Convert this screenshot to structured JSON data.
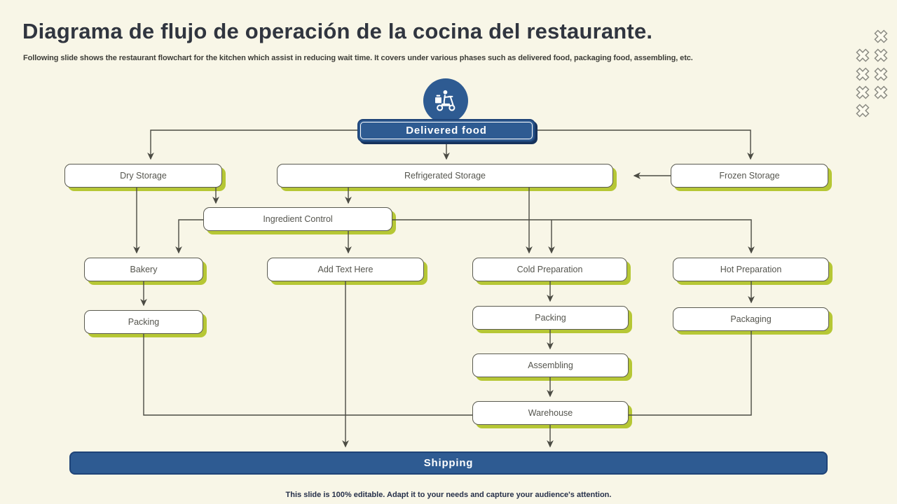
{
  "slide": {
    "title": "Diagrama de flujo de operación de la cocina del restaurante.",
    "subtitle": "Following slide shows the restaurant flowchart for the kitchen which assist in reducing wait time. It covers under various phases such as delivered food, packaging food, assembling, etc.",
    "footer": "This slide is 100% editable. Adapt it to your needs and capture your audience's attention."
  },
  "colors": {
    "background": "#f8f6e7",
    "accent_blue": "#2e5b92",
    "banner_border": "#1f4478",
    "shadow_green": "#b6c735",
    "box_border": "#5a5a50",
    "box_text": "#55554e",
    "connector": "#4b4b43",
    "title_text": "#30353f"
  },
  "icons": {
    "delivery_scooter": "delivery-scooter-icon",
    "decorative_cross": "cross-icon",
    "cross_count": 8
  },
  "flowchart": {
    "nodes": {
      "delivered_food": "Delivered food",
      "dry_storage": "Dry Storage",
      "refrigerated_storage": "Refrigerated Storage",
      "frozen_storage": "Frozen Storage",
      "ingredient_control": "Ingredient Control",
      "bakery": "Bakery",
      "add_text_here": "Add Text Here",
      "cold_preparation": "Cold Preparation",
      "hot_preparation": "Hot Preparation",
      "packing_left": "Packing",
      "packing_mid": "Packing",
      "packaging": "Packaging",
      "assembling": "Assembling",
      "warehouse": "Warehouse",
      "shipping": "Shipping"
    },
    "edges": [
      [
        "Delivered food",
        "Dry Storage"
      ],
      [
        "Delivered food",
        "Refrigerated Storage"
      ],
      [
        "Delivered food",
        "Frozen Storage"
      ],
      [
        "Frozen Storage",
        "Refrigerated Storage"
      ],
      [
        "Dry Storage",
        "Bakery"
      ],
      [
        "Dry Storage",
        "Ingredient Control"
      ],
      [
        "Refrigerated Storage",
        "Ingredient Control"
      ],
      [
        "Refrigerated Storage",
        "Cold Preparation"
      ],
      [
        "Ingredient Control",
        "Bakery"
      ],
      [
        "Ingredient Control",
        "Add Text Here"
      ],
      [
        "Ingredient Control",
        "Cold Preparation"
      ],
      [
        "Ingredient Control",
        "Hot Preparation"
      ],
      [
        "Bakery",
        "Packing"
      ],
      [
        "Add Text Here",
        "Shipping"
      ],
      [
        "Cold Preparation",
        "Packing"
      ],
      [
        "Packing",
        "Assembling"
      ],
      [
        "Assembling",
        "Warehouse"
      ],
      [
        "Hot Preparation",
        "Packaging"
      ],
      [
        "Packing",
        "Warehouse"
      ],
      [
        "Packaging",
        "Warehouse"
      ],
      [
        "Warehouse",
        "Shipping"
      ]
    ]
  }
}
